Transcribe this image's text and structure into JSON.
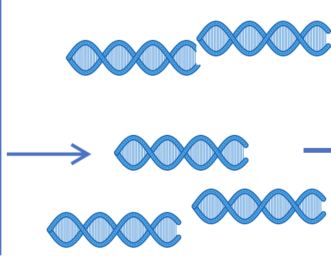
{
  "colors": {
    "background": "#ffffff",
    "arrow": "#4d74c4",
    "dna_strand_dark": "#1f67b8",
    "dna_strand_light": "#56aee6",
    "dna_rung": "#f4fbff",
    "dna_rung_outline": "#2d7fcc"
  },
  "icons": [
    "dna-helix-icon",
    "arrow-right-icon",
    "dash-icon"
  ],
  "dna_strands": [
    {
      "name": "dna-helix-1"
    },
    {
      "name": "dna-helix-2"
    },
    {
      "name": "dna-helix-3"
    },
    {
      "name": "dna-helix-4"
    },
    {
      "name": "dna-helix-5"
    }
  ]
}
